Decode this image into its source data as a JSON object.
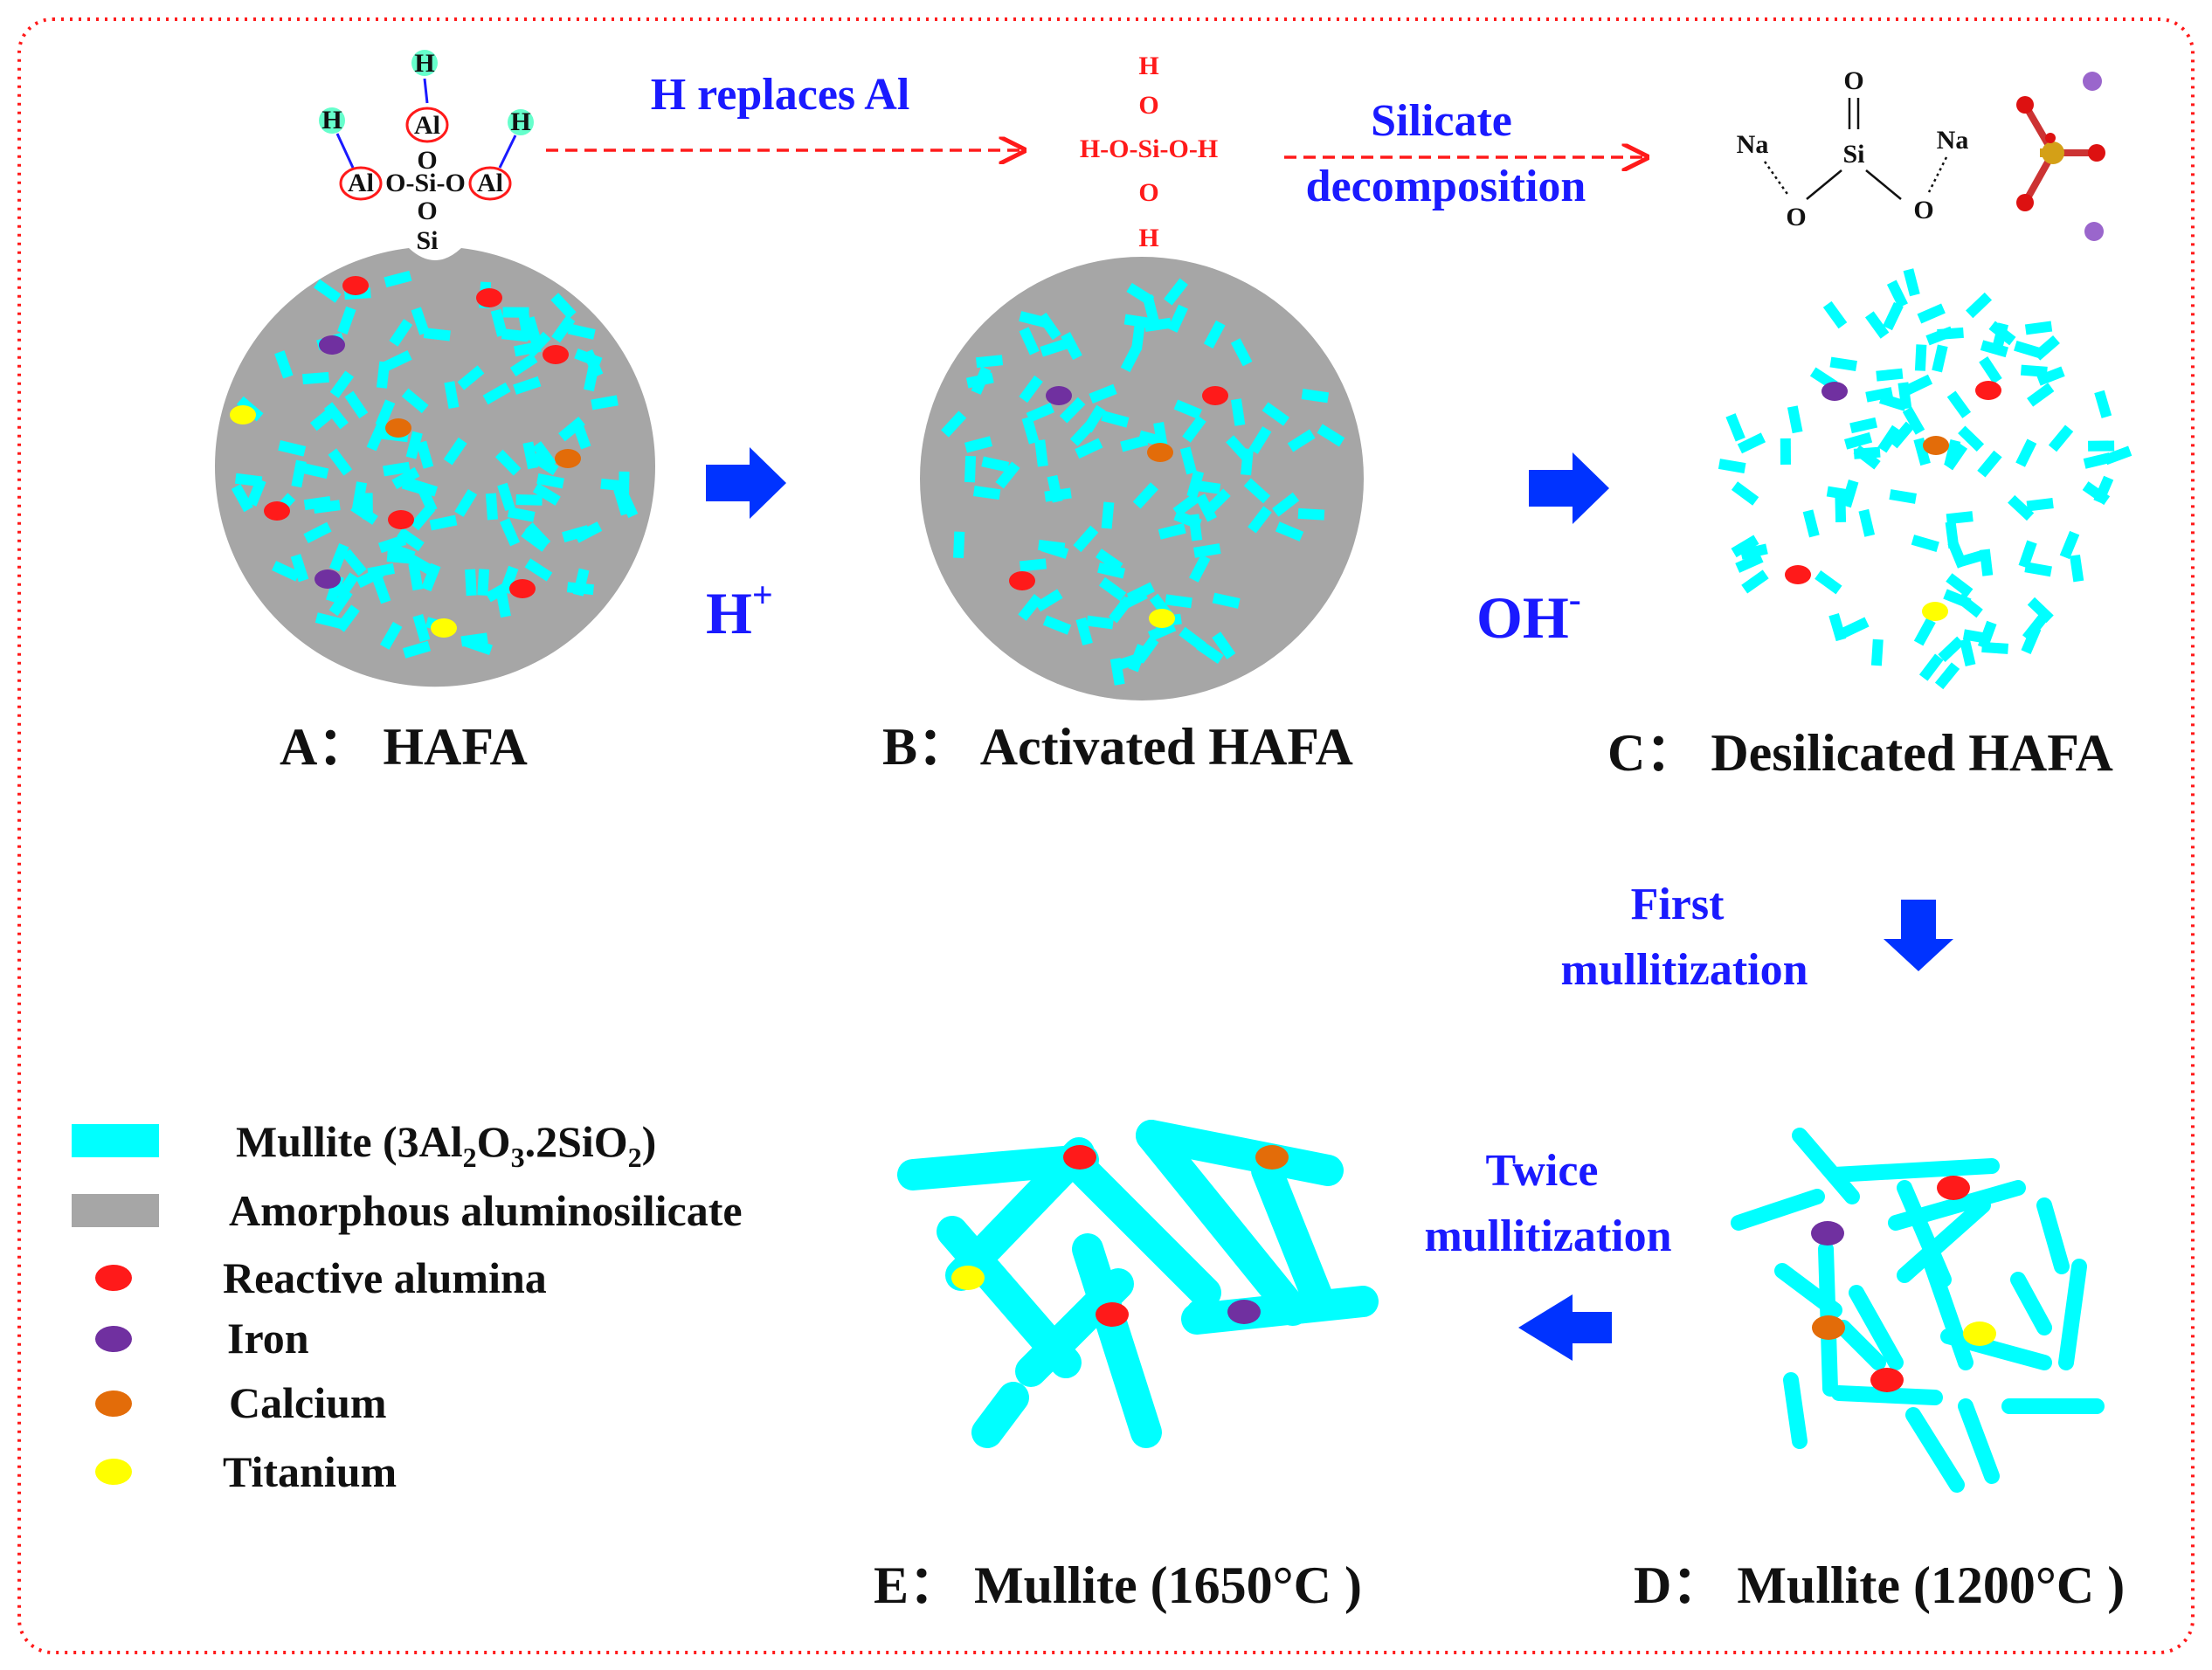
{
  "stages": {
    "a": "A： HAFA",
    "b": "B： Activated HAFA",
    "c": "C： Desilicated HAFA",
    "d": "D： Mullite (1200°C )",
    "e": "E： Mullite (1650°C )"
  },
  "steps": {
    "h_replaces_al": "H replaces Al",
    "silicate": "Silicate",
    "decomposition": "decomposition",
    "h_plus_base": "H",
    "h_plus_sup": "+",
    "oh_minus_base": "OH",
    "oh_minus_sup": "-",
    "first": "First",
    "first_mullitization": "mullitization",
    "twice": "Twice",
    "twice_mullitization": "mullitization"
  },
  "chemistry": {
    "h": "H",
    "al": "Al",
    "o": "O",
    "si": "Si",
    "na": "Na",
    "al_o_si_o_al": "O-Si-O",
    "h_o_si_o_h": "H-O-Si-O-H"
  },
  "legend": {
    "mullite_prefix": "Mullite (3Al",
    "mullite_sub1": "2",
    "mullite_mid1": "O",
    "mullite_sub2": "3",
    "mullite_mid2": ".2SiO",
    "mullite_sub3": "2",
    "mullite_suffix": ")",
    "amorphous": "Amorphous aluminosilicate",
    "reactive_alumina": "Reactive alumina",
    "iron": "Iron",
    "calcium": "Calcium",
    "titanium": "Titanium"
  },
  "colors": {
    "mullite": "#00ffff",
    "amorphous": "#a6a6a6",
    "reactive_alumina": "#ff1a1a",
    "iron": "#7030a0",
    "calcium": "#e36c09",
    "titanium": "#ffff00",
    "arrow": "#0033ff",
    "frame": "#ff1a1a"
  }
}
